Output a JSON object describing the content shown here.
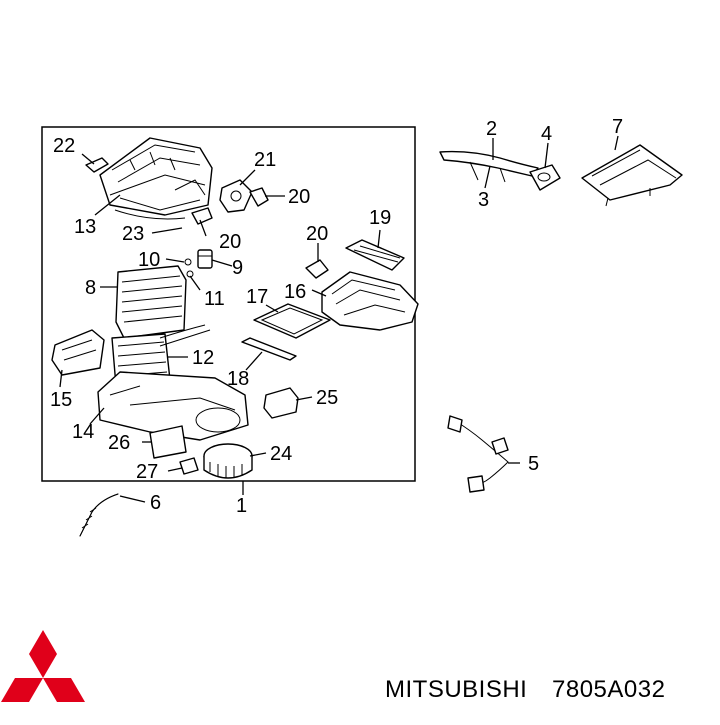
{
  "diagram": {
    "brand": "MITSUBISHI",
    "part_number": "7805A032",
    "colors": {
      "logo": "#e0001a",
      "line": "#000000",
      "background": "#ffffff"
    },
    "callouts": {
      "c1": "1",
      "c2": "2",
      "c3": "3",
      "c4": "4",
      "c5": "5",
      "c6": "6",
      "c7": "7",
      "c8": "8",
      "c9": "9",
      "c10": "10",
      "c11": "11",
      "c12": "12",
      "c13": "13",
      "c14": "14",
      "c15": "15",
      "c16": "16",
      "c17": "17",
      "c18": "18",
      "c19": "19",
      "c20a": "20",
      "c20b": "20",
      "c20c": "20",
      "c21": "21",
      "c22": "22",
      "c23": "23",
      "c24": "24",
      "c25": "25",
      "c26": "26",
      "c27": "27"
    }
  }
}
